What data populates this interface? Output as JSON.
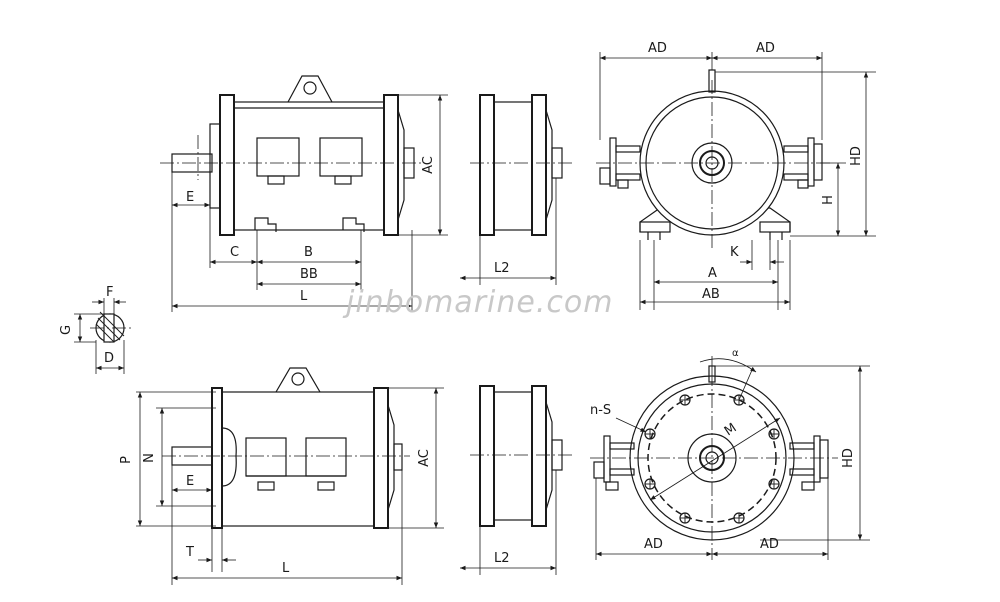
{
  "watermark": "jinbomarine.com",
  "labels": {
    "AD": "AD",
    "AC": "AC",
    "HD": "HD",
    "H": "H",
    "K": "K",
    "A": "A",
    "AB": "AB",
    "B": "B",
    "BB": "BB",
    "C": "C",
    "E": "E",
    "L": "L",
    "L2": "L2",
    "F": "F",
    "G": "G",
    "D": "D",
    "P": "P",
    "N": "N",
    "T": "T",
    "M": "M",
    "nS": "n-S",
    "alpha": "α"
  },
  "colors": {
    "line": "#1a1a1a",
    "background": "#ffffff",
    "watermark": "#c8c8c8"
  }
}
